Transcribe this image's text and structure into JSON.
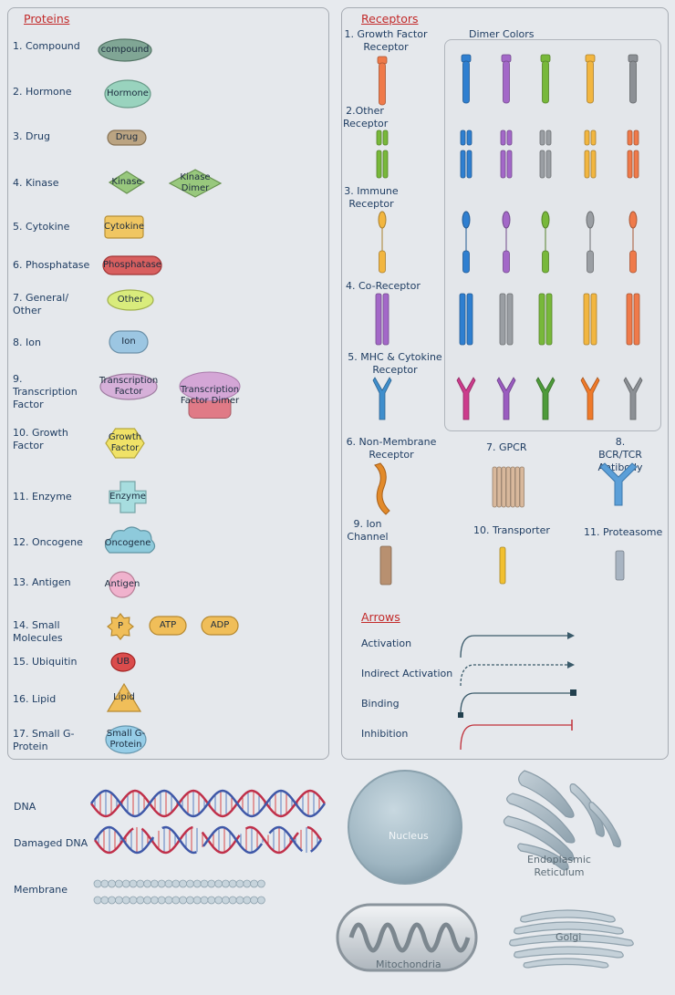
{
  "proteins": {
    "title": "Proteins",
    "items": [
      {
        "num": "1.",
        "label": "Compound",
        "glyph": "compound"
      },
      {
        "num": "2.",
        "label": "Hormone",
        "glyph": "Hormone"
      },
      {
        "num": "3.",
        "label": "Drug",
        "glyph": "Drug"
      },
      {
        "num": "4.",
        "label": "Kinase",
        "glyph": "Kinase",
        "glyph2": "Kinase Dimer"
      },
      {
        "num": "5.",
        "label": "Cytokine",
        "glyph": "Cytokine"
      },
      {
        "num": "6.",
        "label": "Phosphatase",
        "glyph": "Phosphatase"
      },
      {
        "num": "7.",
        "label": "General/ Other",
        "glyph": "Other"
      },
      {
        "num": "8.",
        "label": "Ion",
        "glyph": "Ion"
      },
      {
        "num": "9.",
        "label": "Transcription Factor",
        "glyph": "Transcription Factor",
        "glyph2": "Transcription Factor Dimer"
      },
      {
        "num": "10.",
        "label": "Growth Factor",
        "glyph": "Growth Factor"
      },
      {
        "num": "11.",
        "label": "Enzyme",
        "glyph": "Enzyme"
      },
      {
        "num": "12.",
        "label": "Oncogene",
        "glyph": "Oncogene"
      },
      {
        "num": "13.",
        "label": "Antigen",
        "glyph": "Antigen"
      },
      {
        "num": "14.",
        "label": "Small Molecules",
        "glyph": "P",
        "glyph2": "ATP",
        "glyph3": "ADP"
      },
      {
        "num": "15.",
        "label": "Ubiquitin",
        "glyph": "UB"
      },
      {
        "num": "16.",
        "label": "Lipid",
        "glyph": "Lipid"
      },
      {
        "num": "17.",
        "label": "Small G-Protein",
        "glyph": "Small G-Protein"
      }
    ]
  },
  "receptors": {
    "title": "Receptors",
    "items": [
      {
        "label": "1. Growth Factor Receptor"
      },
      {
        "label": "2.Other Receptor"
      },
      {
        "label": "3. Immune Receptor"
      },
      {
        "label": "4. Co-Receptor"
      },
      {
        "label": "5. MHC & Cytokine Receptor"
      },
      {
        "label": "6. Non-Membrane Receptor"
      },
      {
        "label": "7. GPCR"
      },
      {
        "label": "8. BCR/TCR Antibody"
      },
      {
        "label": "9. Ion Channel"
      },
      {
        "label": "10. Transporter"
      },
      {
        "label": "11. Proteasome"
      }
    ],
    "dimer_title": "Dimer Colors",
    "dimer_colors": [
      "#2f7fd0",
      "#a368c8",
      "#78b83a",
      "#f2b640",
      "#8c9095"
    ],
    "dimer_colors_row2": [
      "#2f7fd0",
      "#a368c8",
      "#9a9ea3",
      "#f2b640",
      "#ef7a4a"
    ],
    "dimer_colors_row3": [
      "#2f7fd0",
      "#a368c8",
      "#78b83a",
      "#9a9ea3",
      "#ef7a4a"
    ],
    "dimer_colors_row4": [
      "#2f7fd0",
      "#9a9ea3",
      "#78b83a",
      "#f2b640",
      "#ef7a4a"
    ],
    "dimer_colors_row5": [
      "#cc3c8c",
      "#9a5cc0",
      "#4e9b3a",
      "#ef7a2a",
      "#8c9095"
    ]
  },
  "arrows": {
    "title": "Arrows",
    "items": [
      {
        "label": "Activation"
      },
      {
        "label": "Indirect Activation"
      },
      {
        "label": "Binding"
      },
      {
        "label": "Inhibition"
      }
    ],
    "activation_color": "#3a5a6a",
    "inhibition_color": "#c0303a"
  },
  "structures": {
    "dna": "DNA",
    "damaged_dna": "Damaged DNA",
    "membrane": "Membrane",
    "nucleus": "Nucleus",
    "er": "Endoplasmic Reticulum",
    "golgi": "Golgi",
    "mitochondria": "Mitochondria"
  }
}
